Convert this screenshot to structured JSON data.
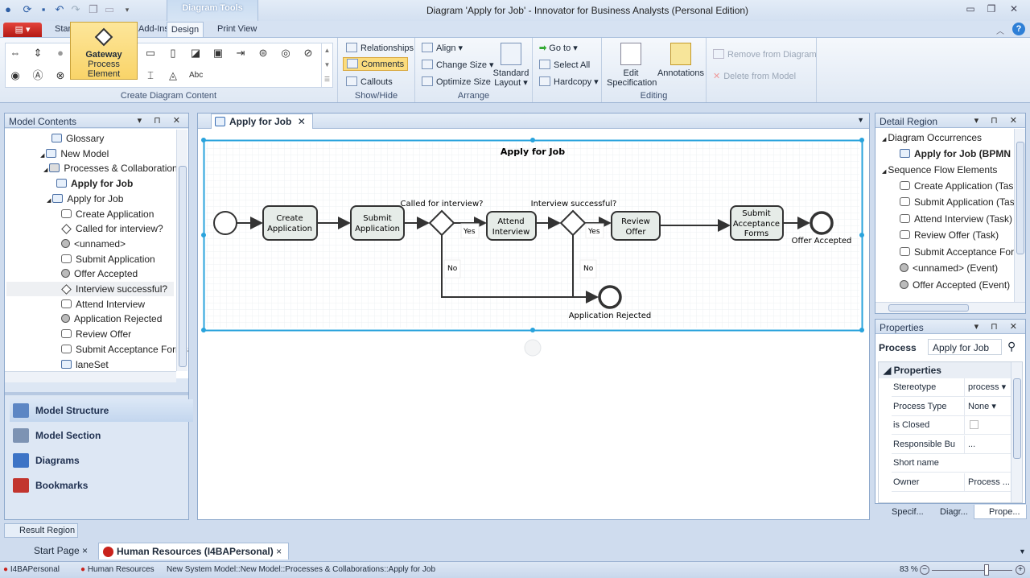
{
  "window": {
    "title": "Diagram 'Apply for Job' - Innovator for Business Analysts (Personal Edition)",
    "context_tab_group": "Diagram Tools"
  },
  "ribbon": {
    "tabs": [
      "Start",
      "Add-Ins",
      "Design",
      "Print View"
    ],
    "active_tab": "Design",
    "tooltip": {
      "title": "Gateway",
      "subtitle": "Process Element"
    },
    "groups": {
      "create": "Create Diagram Content",
      "show_hide": "Show/Hide",
      "arrange": "Arrange",
      "editing": "Editing"
    },
    "show_hide": [
      "Relationships",
      "Comments",
      "Callouts"
    ],
    "arrange": [
      "Align",
      "Change Size",
      "Optimize Size"
    ],
    "standard_layout": [
      "Standard",
      "Layout"
    ],
    "goto": [
      "Go to",
      "Select All",
      "Hardcopy"
    ],
    "edit_spec": [
      "Edit",
      "Specification"
    ],
    "annotations": "Annotations",
    "remove_from_diagram": "Remove from Diagram",
    "delete_from_model": "Delete from Model"
  },
  "model_contents": {
    "title": "Model Contents",
    "items": [
      {
        "label": "Glossary",
        "icon": "glossary"
      },
      {
        "label": "New Model",
        "icon": "model"
      },
      {
        "label": "Processes & Collaborations",
        "icon": "folder"
      },
      {
        "label": "Apply for Job",
        "icon": "diagram"
      },
      {
        "label": "Apply for Job",
        "icon": "process"
      },
      {
        "label": "Create Application",
        "icon": "task"
      },
      {
        "label": "Called for interview?",
        "icon": "gateway"
      },
      {
        "label": "<unnamed>",
        "icon": "event"
      },
      {
        "label": "Submit Application",
        "icon": "task"
      },
      {
        "label": "Offer Accepted",
        "icon": "event"
      },
      {
        "label": "Interview successful?",
        "icon": "gateway"
      },
      {
        "label": "Attend Interview",
        "icon": "task"
      },
      {
        "label": "Application Rejected",
        "icon": "event"
      },
      {
        "label": "Review Offer",
        "icon": "task"
      },
      {
        "label": "Submit Acceptance Forms",
        "icon": "task"
      },
      {
        "label": "laneSet",
        "icon": "laneset"
      }
    ],
    "nav": [
      "Model Structure",
      "Model Section",
      "Diagrams",
      "Bookmarks"
    ]
  },
  "document": {
    "tab": "Apply for Job",
    "diagram": {
      "title": "Apply for Job",
      "tasks": {
        "create": [
          "Create",
          "Application"
        ],
        "submit": [
          "Submit",
          "Application"
        ],
        "attend": [
          "Attend",
          "Interview"
        ],
        "review": [
          "Review",
          "Offer"
        ],
        "accept": [
          "Submit",
          "Acceptance",
          "Forms"
        ]
      },
      "gateways": [
        "Called for interview?",
        "Interview successful?"
      ],
      "events": {
        "offer_accepted": "Offer Accepted",
        "rejected": "Application Rejected"
      },
      "flow_labels": {
        "yes": "Yes",
        "no": "No"
      }
    }
  },
  "detail_region": {
    "title": "Detail Region",
    "groups": [
      {
        "label": "Diagram Occurrences",
        "items": [
          {
            "label": "Apply for Job (BPMN Diagram)",
            "icon": "diagram"
          }
        ]
      },
      {
        "label": "Sequence Flow Elements",
        "items": [
          {
            "label": "Create Application (Task)",
            "icon": "task"
          },
          {
            "label": "Submit Application (Task)",
            "icon": "task"
          },
          {
            "label": "Attend Interview (Task)",
            "icon": "task"
          },
          {
            "label": "Review Offer (Task)",
            "icon": "task"
          },
          {
            "label": "Submit Acceptance Forms (Task)",
            "icon": "task"
          },
          {
            "label": "<unnamed> (Event)",
            "icon": "event"
          },
          {
            "label": "Offer Accepted (Event)",
            "icon": "event"
          }
        ]
      }
    ]
  },
  "properties": {
    "title": "Properties",
    "type_label": "Process",
    "name_value": "Apply for Job",
    "section": "Properties",
    "rows": [
      {
        "key": "Stereotype",
        "value": "process ▾"
      },
      {
        "key": "Process Type",
        "value": "None ▾"
      },
      {
        "key": "is Closed",
        "value": ""
      },
      {
        "key": "Responsible Bu",
        "value": "..."
      },
      {
        "key": "Short name",
        "value": ""
      },
      {
        "key": "Owner",
        "value": "Process ..."
      }
    ],
    "bottom_tabs": [
      "Specif...",
      "Diagr...",
      "Prope..."
    ]
  },
  "result_region": "Result Region",
  "doc_tabs": [
    {
      "label": "Start Page"
    },
    {
      "label": "Human Resources (I4BAPersonal)",
      "active": true
    }
  ],
  "status": {
    "repo": "I4BAPersonal",
    "model": "Human Resources",
    "path": "New System Model::New Model::Processes & Collaborations::Apply for Job",
    "zoom": "83 %",
    "zoom_percent": 83
  },
  "colors": {
    "selection": "#29a3dc",
    "file_button": "#c9221b",
    "tooltip": "#fbdc7d",
    "task_fill": "#e6ece8"
  }
}
